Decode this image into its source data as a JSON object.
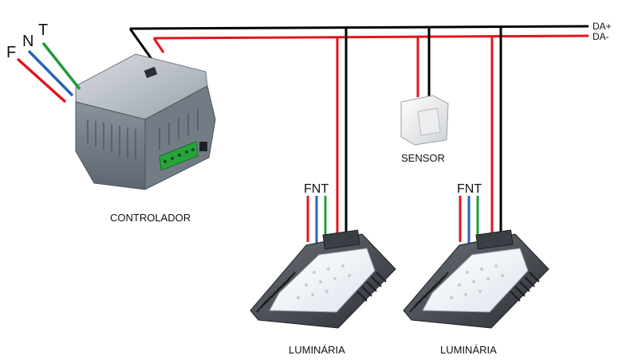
{
  "labels": {
    "da_plus": "DA+",
    "da_minus": "DA-",
    "controller": "CONTROLADOR",
    "sensor": "SENSOR",
    "luminaire_1": "LUMINÁRIA",
    "luminaire_2": "LUMINÁRIA",
    "mains_f": "F",
    "mains_n": "N",
    "mains_t": "T",
    "lum1_fnt": "FNT",
    "lum2_fnt": "FNT"
  },
  "colors": {
    "phase": "#e3141c",
    "neutral": "#2a63b8",
    "ground": "#1f9b3a",
    "da_plus": "#000000",
    "da_minus": "#e3141c"
  },
  "icons": {
    "controller": "din-rail-controller-icon",
    "sensor": "occupancy-sensor-icon",
    "luminaire": "high-bay-led-luminaire-icon"
  }
}
